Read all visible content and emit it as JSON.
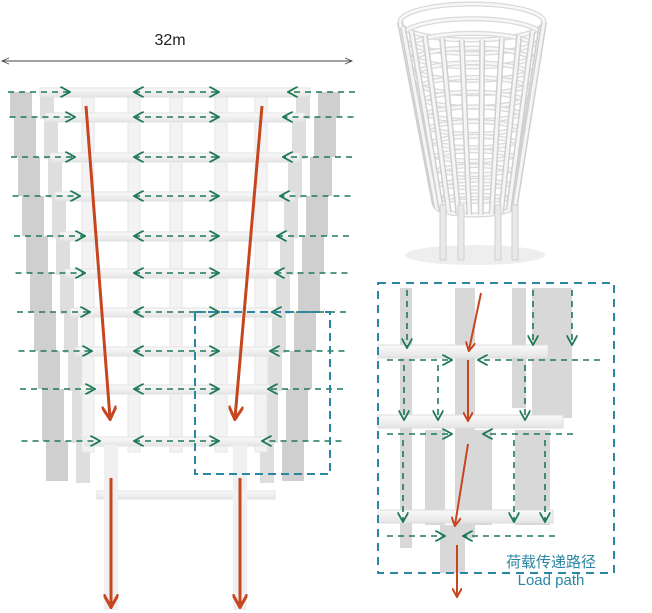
{
  "dimension_label": "32m",
  "legend": {
    "title_cn": "荷载传递路径",
    "title_en": "Load path"
  },
  "colors": {
    "lateral_arrow": "#1e7a55",
    "load_arrow": "#c6461f",
    "highlight_box": "#2b86a3",
    "dimension_line": "#444444",
    "structure_light": "#f2f2f2",
    "structure_shade": "#cfcfcf"
  }
}
